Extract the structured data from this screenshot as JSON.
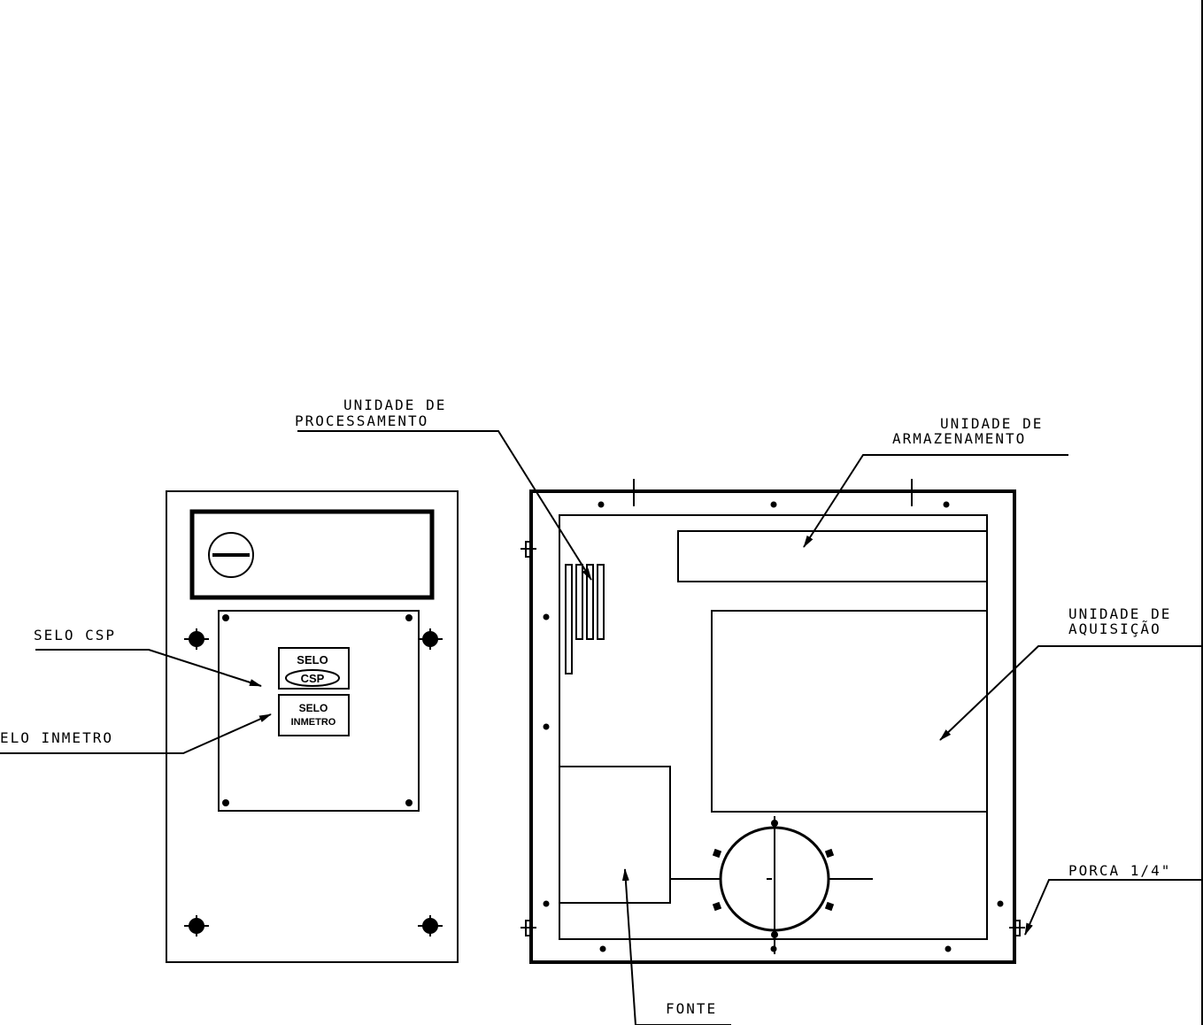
{
  "labels": {
    "unidade_processamento": [
      "UNIDADE DE",
      "PROCESSAMENTO"
    ],
    "unidade_armazenamento": [
      "UNIDADE DE",
      "ARMAZENAMENTO"
    ],
    "unidade_aquisicao": [
      "UNIDADE DE",
      "AQUISIÇÃO"
    ],
    "selo_csp": "SELO CSP",
    "selo_inmetro": "ELO INMETRO",
    "porca": "PORCA 1/4\"",
    "fonte": "FONTE"
  },
  "seals": {
    "csp": {
      "line1": "SELO",
      "line2": "CSP"
    },
    "inmetro": {
      "line1": "SELO",
      "line2": "INMETRO"
    }
  }
}
